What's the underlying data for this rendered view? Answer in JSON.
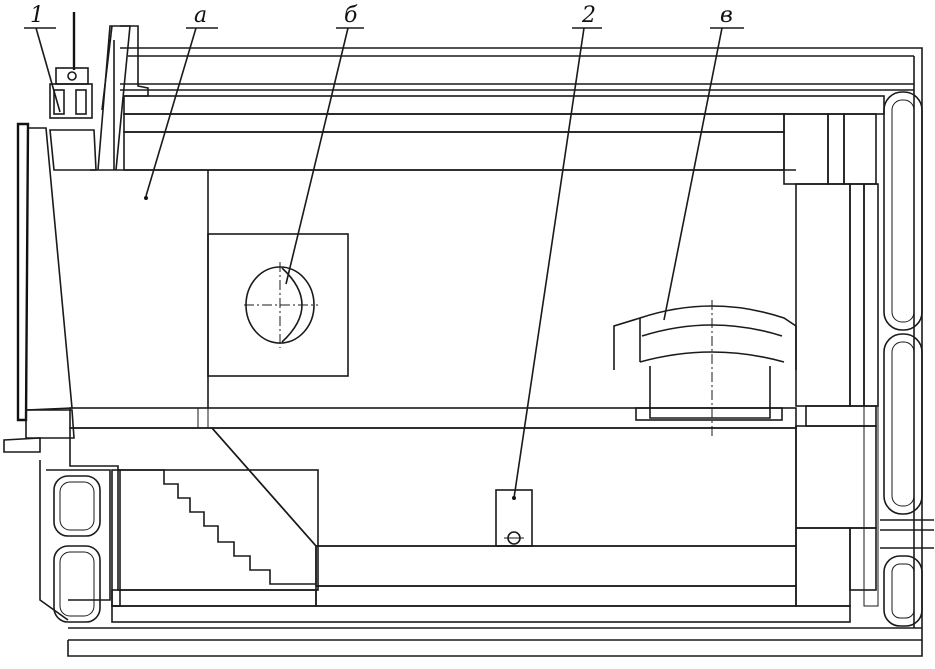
{
  "labels": {
    "callout_1": "1",
    "callout_a": "а",
    "callout_b": "б",
    "callout_2": "2",
    "callout_v": "в"
  }
}
